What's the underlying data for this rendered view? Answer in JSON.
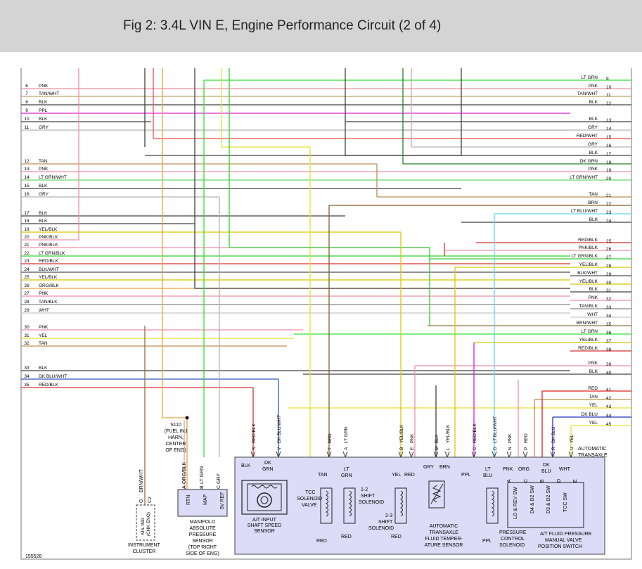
{
  "header": {
    "title": "Fig 2: 3.4L VIN E, Engine Performance Circuit (2 of 4)"
  },
  "colors": {
    "PNK": "#f08fa4",
    "TAN/WHT": "#c8a06c",
    "BLK": "#404040",
    "PPL": "#d820d8",
    "GRY": "#b4b4b4",
    "TAN": "#b89050",
    "LT GRN/WHT": "#66d866",
    "YEL/BLK": "#d8c800",
    "PNK/BLK": "#f090a8",
    "LT GRN/BLK": "#30d030",
    "RED/BLK": "#d83030",
    "BLK/WHT": "#505050",
    "ORG/BLK": "#e8a040",
    "WHT": "#c8c8c8",
    "YEL": "#e8e030",
    "DK BLU/WHT": "#3050c0",
    "LT GRN": "#30e030",
    "RED/WHT": "#e05050",
    "DK GRN": "#208020",
    "BRN": "#806020",
    "LT BLU/WHT": "#60d8f0",
    "ORG": "#f09030",
    "DK BLU": "#2030c0",
    "RED": "#e02020",
    "BRN/WHT": "#907040",
    "component_fill": "#dcdcf8"
  },
  "left_wires": [
    {
      "num": "6",
      "label": "PNK"
    },
    {
      "num": "7",
      "label": "TAN/WHT"
    },
    {
      "num": "8",
      "label": "BLK"
    },
    {
      "num": "9",
      "label": "PPL"
    },
    {
      "num": "10",
      "label": "BLK"
    },
    {
      "num": "11",
      "label": "GRY"
    },
    {
      "num": "12",
      "label": "TAN"
    },
    {
      "num": "13",
      "label": "PNK"
    },
    {
      "num": "14",
      "label": "LT GRN/WHT"
    },
    {
      "num": "15",
      "label": "BLK"
    },
    {
      "num": "16",
      "label": "GRY"
    },
    {
      "num": "17",
      "label": "BLK"
    },
    {
      "num": "18",
      "label": "BLK"
    },
    {
      "num": "19",
      "label": "YEL/BLK"
    },
    {
      "num": "20",
      "label": "PNK/BLK"
    },
    {
      "num": "21",
      "label": "PNK/BLK"
    },
    {
      "num": "22",
      "label": "LT GRN/BLK"
    },
    {
      "num": "23",
      "label": "RED/BLK"
    },
    {
      "num": "24",
      "label": "BLK/WHT"
    },
    {
      "num": "25",
      "label": "YEL/BLK"
    },
    {
      "num": "26",
      "label": "ORG/BLK"
    },
    {
      "num": "27",
      "label": "PNK"
    },
    {
      "num": "28",
      "label": "TAN/BLK"
    },
    {
      "num": "29",
      "label": "WHT"
    },
    {
      "num": "30",
      "label": "PNK"
    },
    {
      "num": "31",
      "label": "YEL"
    },
    {
      "num": "32",
      "label": "TAN"
    },
    {
      "num": "33",
      "label": "BLK"
    },
    {
      "num": "34",
      "label": "DK BLU/WHT"
    },
    {
      "num": "35",
      "label": "RED/BLK"
    }
  ],
  "right_wires": [
    {
      "num": "9",
      "label": "LT GRN"
    },
    {
      "num": "10",
      "label": "PNK"
    },
    {
      "num": "11",
      "label": "TAN/WHT"
    },
    {
      "num": "12",
      "label": "BLK"
    },
    {
      "num": "13",
      "label": "BLK"
    },
    {
      "num": "14",
      "label": "GRY"
    },
    {
      "num": "15",
      "label": "RED/WHT"
    },
    {
      "num": "16",
      "label": "GRY"
    },
    {
      "num": "17",
      "label": "BLK"
    },
    {
      "num": "18",
      "label": "DK GRN"
    },
    {
      "num": "19",
      "label": "PNK"
    },
    {
      "num": "20",
      "label": "LT GRN/WHT"
    },
    {
      "num": "21",
      "label": "TAN"
    },
    {
      "num": "22",
      "label": "BRN"
    },
    {
      "num": "23",
      "label": "LT BLU/WHT"
    },
    {
      "num": "24",
      "label": "BLK"
    },
    {
      "num": "25",
      "label": "RED/BLK"
    },
    {
      "num": "26",
      "label": "PNK/BLK"
    },
    {
      "num": "27",
      "label": "LT GRN/BLK"
    },
    {
      "num": "28",
      "label": "YEL/BLK"
    },
    {
      "num": "29",
      "label": "BLK/WHT"
    },
    {
      "num": "30",
      "label": "YEL/BLK"
    },
    {
      "num": "31",
      "label": "BLK"
    },
    {
      "num": "32",
      "label": "PNK"
    },
    {
      "num": "33",
      "label": "TAN/BLK"
    },
    {
      "num": "34",
      "label": "WHT"
    },
    {
      "num": "35",
      "label": "BRN/WHT"
    },
    {
      "num": "36",
      "label": "LT GRN"
    },
    {
      "num": "37",
      "label": "YEL/BLK"
    },
    {
      "num": "38",
      "label": "RED/BLK"
    },
    {
      "num": "39",
      "label": "PNK"
    },
    {
      "num": "40",
      "label": "BLK"
    },
    {
      "num": "41",
      "label": "RED"
    },
    {
      "num": "42",
      "label": "TAN"
    },
    {
      "num": "43",
      "label": "YEL"
    },
    {
      "num": "44",
      "label": "DK BLU"
    },
    {
      "num": "45",
      "label": "YEL"
    }
  ],
  "connector_pins": [
    {
      "letter": "S",
      "wire": "RED/BLK"
    },
    {
      "letter": "V",
      "wire": "DK BLU/WHT"
    },
    {
      "letter": "T",
      "wire": "BRN"
    },
    {
      "letter": "A",
      "wire": "LT GRN"
    },
    {
      "letter": "B",
      "wire": "YEL/BLK"
    },
    {
      "letter": "E",
      "wire": "PNK"
    },
    {
      "letter": "M",
      "wire": "BLK"
    },
    {
      "letter": "L",
      "wire": "YEL/BLK"
    },
    {
      "letter": "C",
      "wire": "RED/BLK"
    },
    {
      "letter": "D",
      "wire": "LT BLU/WHT"
    },
    {
      "letter": "N",
      "wire": "PNK"
    },
    {
      "letter": "P",
      "wire": "RED"
    },
    {
      "letter": "R",
      "wire": "DK BLU"
    },
    {
      "letter": "U",
      "wire": "YEL"
    }
  ],
  "splice": {
    "id": "S110",
    "line1": "(FUEL INJ",
    "line2": "HARN,",
    "line3": "CENTER",
    "line4": "OF ENG)"
  },
  "cluster": {
    "wire": "BRN/WHT",
    "pin": "G",
    "conn": "C2",
    "inner1": "MIL IND",
    "inner2": "(CHK ENG)",
    "name1": "INSTRUMENT",
    "name2": "CLUSTER"
  },
  "map_sensor": {
    "wire1": "ORG/BLK",
    "wire2": "LT GRN",
    "wire3": "GRY",
    "pin1": "A",
    "pin2": "B",
    "pin3": "C",
    "term1": "RTN",
    "term2": "MAP",
    "term3": "5V REF",
    "name1": "MANIFOLD",
    "name2": "ABSOLUTE",
    "name3": "PRESSURE",
    "name4": "SENSOR",
    "name5": "(TOP RIGHT",
    "name6": "SIDE OF ENG)"
  },
  "transaxle": {
    "label1": "AUTOMATIC",
    "label2": "TRANSAXLE",
    "w_blk": "BLK",
    "w_dkgrn1": "DK",
    "w_dkgrn2": "GRN",
    "w_tan": "TAN",
    "w_ltgrn1": "LT",
    "w_ltgrn2": "GRN",
    "w_yel": "YEL",
    "w_red": "RED",
    "w_gry": "GRY",
    "w_brn": "BRN",
    "w_ppl": "PPL",
    "w_ltblu1": "LT",
    "w_ltblu2": "BLU",
    "w_pnk": "PNK",
    "w_org": "ORG",
    "w_dkblu1": "DK",
    "w_dkblu2": "BLU",
    "w_wht": "WHT",
    "red1": "RED",
    "red2": "RED",
    "red3": "RED",
    "ppl_bottom": "PPL",
    "pin_a": "A",
    "pin_b": "B",
    "pin_c": "C",
    "pin_d": "D",
    "pin_e": "E",
    "speed_sensor1": "A/T INPUT",
    "speed_sensor2": "SHAFT SPEED",
    "speed_sensor3": "SENSOR",
    "tcc1": "TCC",
    "tcc2": "SOLENOID",
    "tcc3": "VALVE",
    "s12_1": "1-2",
    "s12_2": "SHIFT",
    "s12_3": "SOLENOID",
    "s23_1": "2-3",
    "s23_2": "SHIFT",
    "s23_3": "SOLENOID",
    "temp1": "AUTOMATIC",
    "temp2": "TRANSAXLE",
    "temp3": "FLUID TEMPER-",
    "temp4": "ATURE SENSOR",
    "pcs1": "PRESSURE",
    "pcs2": "CONTROL",
    "pcs3": "SOLENOID",
    "sw1": "LO & REV SW",
    "sw2": "D4 & D2 SW",
    "sw3": "D3 & D2 SW",
    "sw4": "TCC SW",
    "msw1": "A/T FLUID PRESSURE",
    "msw2": "MANUAL VALVE",
    "msw3": "POSITION SWITCH"
  },
  "figure_id": "155526"
}
